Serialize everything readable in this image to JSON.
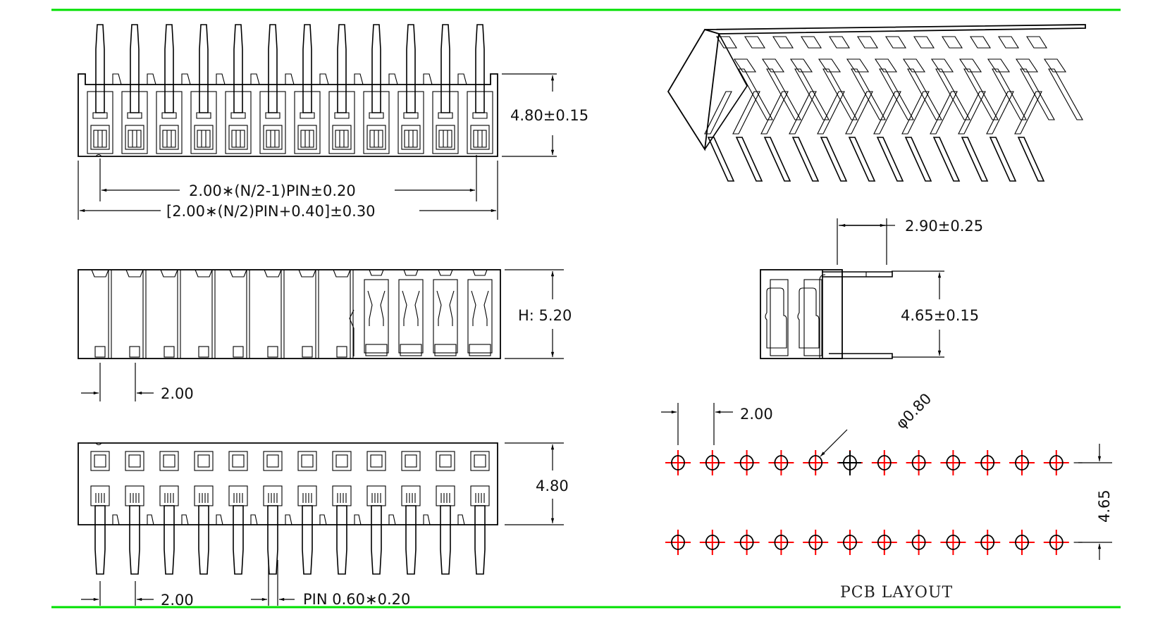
{
  "drawing": {
    "pin_count_per_row": 12,
    "rows": 2,
    "colors": {
      "border": "#00e000",
      "pcb_centerline": "#ff0000",
      "section_hatch": "#ffff00",
      "line": "#000000"
    }
  },
  "front_view": {
    "height_label": "4.80±0.15",
    "pitch_span_label": "2.00∗(N/2-1)PIN±0.20",
    "overall_length_label": "[2.00∗(N/2)PIN+0.40]±0.30"
  },
  "side_section_view": {
    "height_label": "H:  5.20",
    "pitch_label": "2.00",
    "hatched_positions": 4
  },
  "bottom_view": {
    "height_label": "4.80",
    "pitch_label": "2.00",
    "pin_label": "PIN  0.60∗0.20"
  },
  "end_view": {
    "pin_offset_label": "2.90±0.25",
    "row_spacing_label": "4.65±0.15"
  },
  "pcb_layout": {
    "title": "PCB  LAYOUT",
    "pitch_label": "2.00",
    "hole_diameter_label": "φ0.80",
    "row_spacing_label": "4.65",
    "holes_per_row": 12
  },
  "isometric_view": {
    "pins_visible": 12
  }
}
